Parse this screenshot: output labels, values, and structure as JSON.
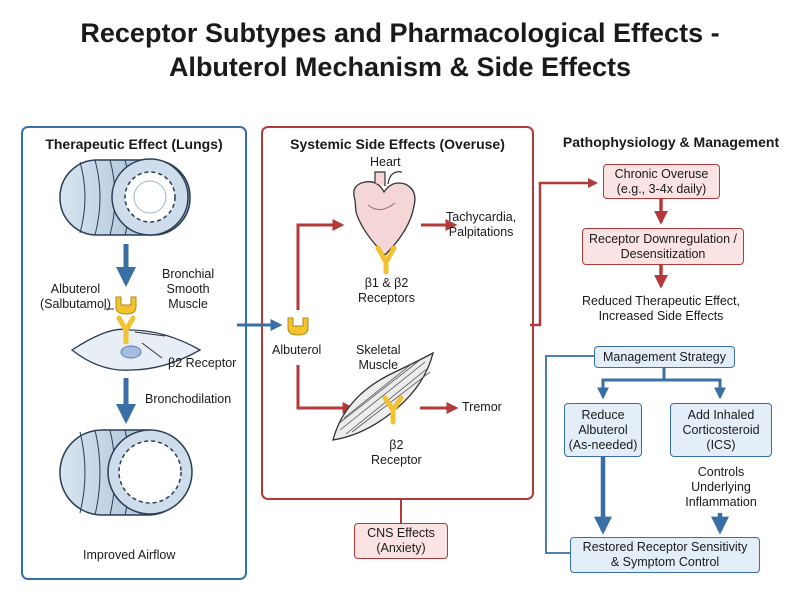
{
  "title": {
    "line1": "Receptor Subtypes and Pharmacological Effects -",
    "line2": "Albuterol Mechanism & Side Effects"
  },
  "left_panel": {
    "heading": "Therapeutic Effect (Lungs)",
    "drug_label_1": "Albuterol",
    "drug_label_2": "(Salbutamol)",
    "muscle_label_1": "Bronchial",
    "muscle_label_2": "Smooth",
    "muscle_label_3": "Muscle",
    "receptor_label": "β2 Receptor",
    "process_label": "Bronchodilation",
    "result_label": "Improved Airflow"
  },
  "middle_panel": {
    "heading": "Systemic Side Effects (Overuse)",
    "drug_label": "Albuterol",
    "heart_label": "Heart",
    "heart_receptor_1": "β1 & β2",
    "heart_receptor_2": "Receptors",
    "heart_effect_1": "Tachycardia,",
    "heart_effect_2": "Palpitations",
    "muscle_label_1": "Skeletal",
    "muscle_label_2": "Muscle",
    "muscle_receptor_1": "β2",
    "muscle_receptor_2": "Receptor",
    "muscle_effect": "Tremor",
    "cns_effect_1": "CNS Effects",
    "cns_effect_2": "(Anxiety)"
  },
  "right_panel": {
    "heading": "Pathophysiology & Management",
    "overuse_1": "Chronic Overuse",
    "overuse_2": "(e.g., 3-4x daily)",
    "downreg_1": "Receptor Downregulation /",
    "downreg_2": "Desensitization",
    "outcome_1": "Reduced Therapeutic Effect,",
    "outcome_2": "Increased Side Effects",
    "strategy": "Management Strategy",
    "reduce_1": "Reduce",
    "reduce_2": "Albuterol",
    "reduce_3": "(As-needed)",
    "ics_1": "Add Inhaled",
    "ics_2": "Corticosteroid",
    "ics_3": "(ICS)",
    "controls_1": "Controls",
    "controls_2": "Underlying",
    "controls_3": "Inflammation",
    "restored_1": "Restored Receptor Sensitivity",
    "restored_2": "& Symptom Control"
  },
  "colors": {
    "blue": "#3a6fa6",
    "red": "#b23a3a",
    "receptor_yellow": "#f2c230",
    "light_red": "#fbe3e3",
    "light_blue": "#e4eef8"
  },
  "icons": [
    "bronchus-icon",
    "receptor-icon",
    "smooth-muscle-cell-icon",
    "heart-icon",
    "skeletal-muscle-icon"
  ]
}
